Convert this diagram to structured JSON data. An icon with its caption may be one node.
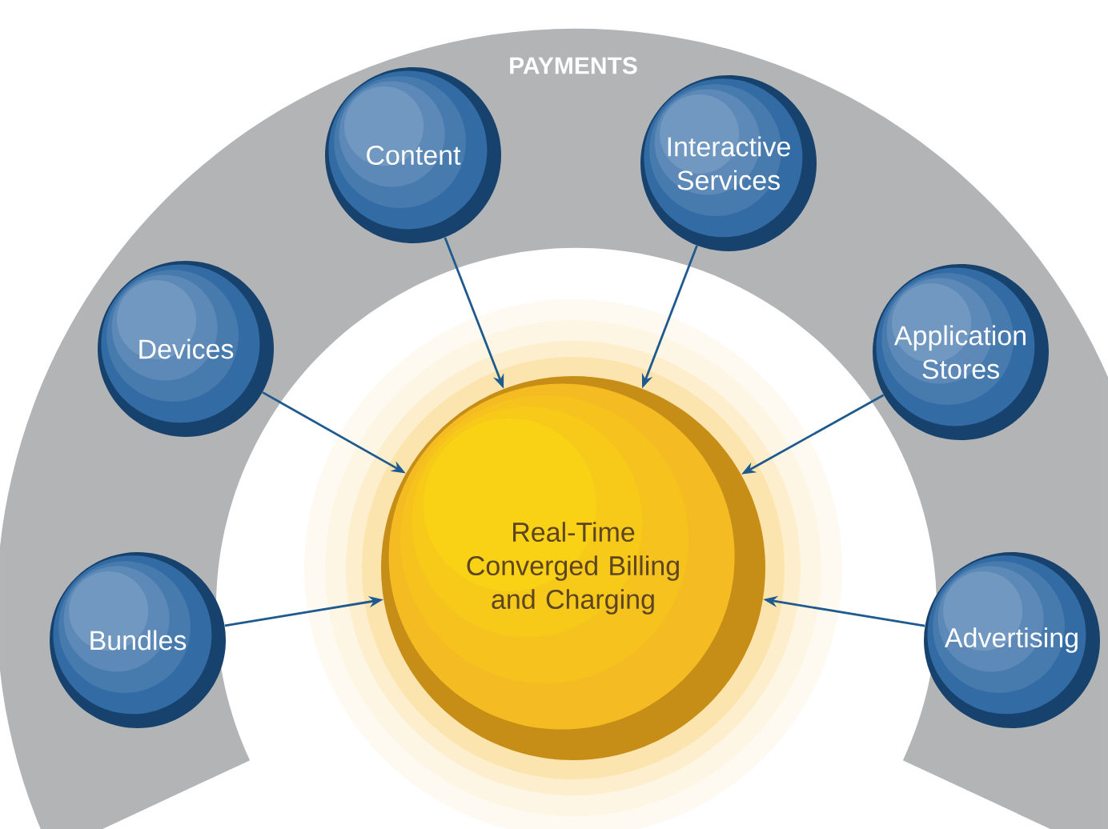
{
  "diagram": {
    "nodes": [
      {
        "text": [
          "PAYMENTS"
        ]
      },
      {
        "text": [
          "Content"
        ],
        "in": 0
      },
      {
        "text": [
          "Interactive Services"
        ],
        "in": 0
      },
      {
        "text": [
          "Devices"
        ],
        "in": 0
      },
      {
        "text": [
          "Application Stores"
        ],
        "in": 0
      },
      {
        "text": [
          "Real-Time Converged Billing and Charging"
        ]
      },
      {
        "text": [
          "Bundles"
        ],
        "in": 0
      },
      {
        "text": [
          "Advertising"
        ],
        "in": 0
      }
    ],
    "edges": [
      {
        "from": 1,
        "to": 5,
        "arrow": "to"
      },
      {
        "from": 2,
        "to": 5,
        "arrow": "to"
      },
      {
        "from": 3,
        "to": 5,
        "arrow": "to"
      },
      {
        "from": 4,
        "to": 5,
        "arrow": "to"
      },
      {
        "from": 6,
        "to": 5,
        "arrow": "to"
      },
      {
        "from": 7,
        "to": 5,
        "arrow": "to"
      }
    ]
  }
}
